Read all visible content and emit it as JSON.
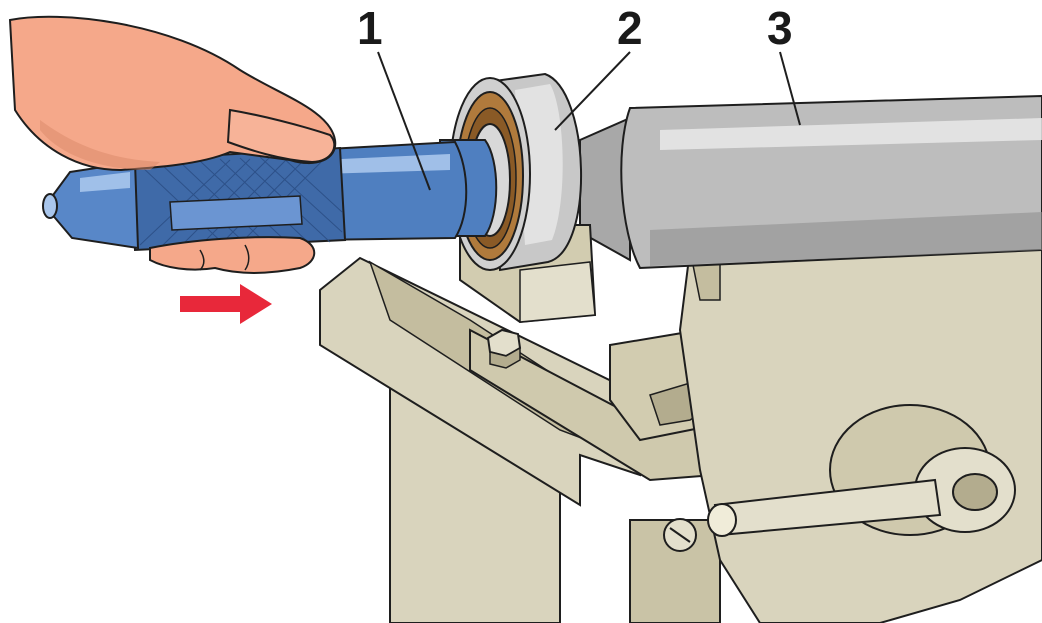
{
  "callouts": [
    {
      "id": 1,
      "label": "1"
    },
    {
      "id": 2,
      "label": "2"
    },
    {
      "id": 3,
      "label": "3"
    }
  ],
  "colors": {
    "mandrel": "#4f7fc0",
    "mandrel_dark": "#2c4f86",
    "mandrel_light": "#a9c6ec",
    "hand": "#f5a88a",
    "hand_shadow": "#d98768",
    "bearing_race": "#c8c8c8",
    "bearing_seal": "#b07a3c",
    "shaft": "#bdbdbd",
    "vise": "#d9d4bd",
    "vise_shadow": "#b3ac8e",
    "arrow": "#e8283a",
    "outline": "#1e1e1e"
  },
  "icons": {
    "direction_arrow": "arrow-right-icon"
  }
}
